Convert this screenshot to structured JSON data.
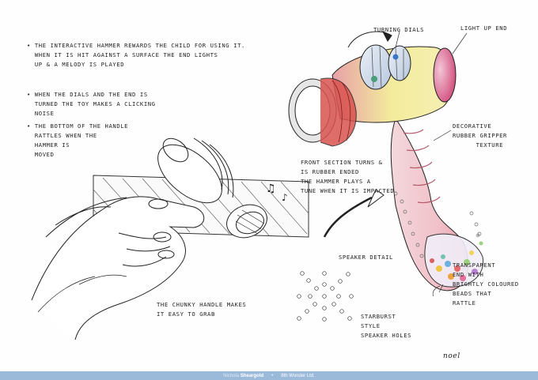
{
  "notes": {
    "note1": "• THE INTERACTIVE HAMMER REWARDS THE CHILD FOR USING IT.\n  WHEN IT IS HIT AGAINST A SURFACE THE END LIGHTS\n  UP & A MELODY IS PLAYED",
    "note2": "• WHEN THE DIALS AND THE END IS\n  TURNED THE TOY MAKES A CLICKING\n  NOISE",
    "note3": "• THE BOTTOM OF THE HANDLE\n  RATTLES WHEN THE\n  HAMMER IS\n  MOVED",
    "turning_dials": "TURNING DIALS",
    "light_up_end": "LIGHT UP END",
    "decorative": "DECORATIVE\nRUBBER GRIPPER\n      TEXTURE",
    "front_section": "FRONT SECTION TURNS &\nIS RUBBER ENDED\nTHE HAMMER PLAYS A\nTUNE WHEN IT IS IMPACTED",
    "speaker_detail": "SPEAKER DETAIL",
    "transparent": "TRANSPARENT\nEND WITH\nBRIGHTLY COLOURED\nBEADS THAT\nRATTLE",
    "chunky_handle": "THE CHUNKY HANDLE MAKES\nIT EASY TO GRAB",
    "starburst": "STARBURST\nSTYLE\nSPEAKER HOLES",
    "signature": "noel"
  },
  "footer": {
    "name_first": "Nichola",
    "name_last": "Sheargold",
    "separator": "•",
    "company": "8th Wonder Ltd."
  },
  "colors": {
    "footer_bg": "#9bb9d9",
    "hammer_yellow": "#f2ea9a",
    "hammer_pink": "#e3a7b0",
    "hammer_red": "#d9534f",
    "end_magenta": "#d5538a"
  }
}
